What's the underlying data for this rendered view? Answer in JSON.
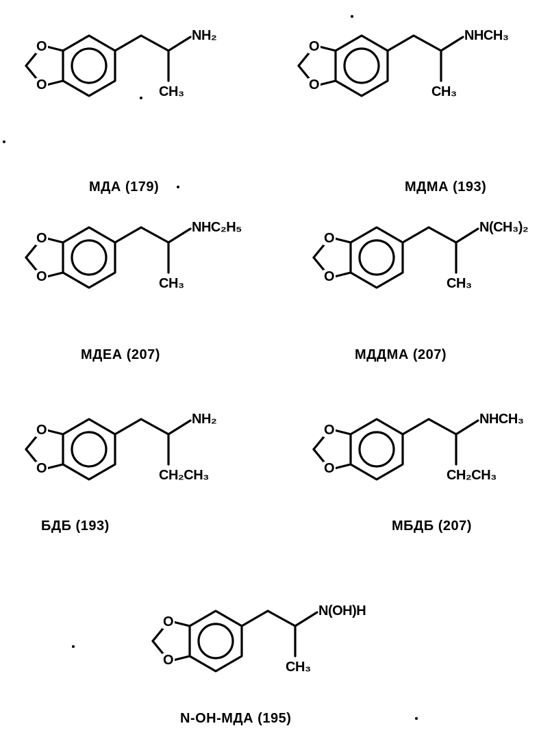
{
  "structures": [
    {
      "id": "mda",
      "amine": "NH₂",
      "side_chain": "CH₃",
      "label": "МДА (179)"
    },
    {
      "id": "mdma",
      "amine": "NHCH₃",
      "side_chain": "CH₃",
      "label": "МДМА (193)"
    },
    {
      "id": "mdea",
      "amine": "NHC₂H₅",
      "side_chain": "CH₃",
      "label": "МДЕА (207)"
    },
    {
      "id": "mddma",
      "amine": "N(CH₃)₂",
      "side_chain": "CH₃",
      "label": "МДДМА (207)"
    },
    {
      "id": "bdb",
      "amine": "NH₂",
      "side_chain": "CH₂CH₃",
      "label": "БДБ (193)"
    },
    {
      "id": "mbdb",
      "amine": "NHCH₃",
      "side_chain": "CH₂CH₃",
      "label": "МБДБ (207)"
    },
    {
      "id": "n-oh-mda",
      "amine": "N(OH)H",
      "side_chain": "CH₃",
      "label": "N-OH-МДА (195)"
    }
  ],
  "ring_atoms": {
    "oxygen": "O"
  }
}
